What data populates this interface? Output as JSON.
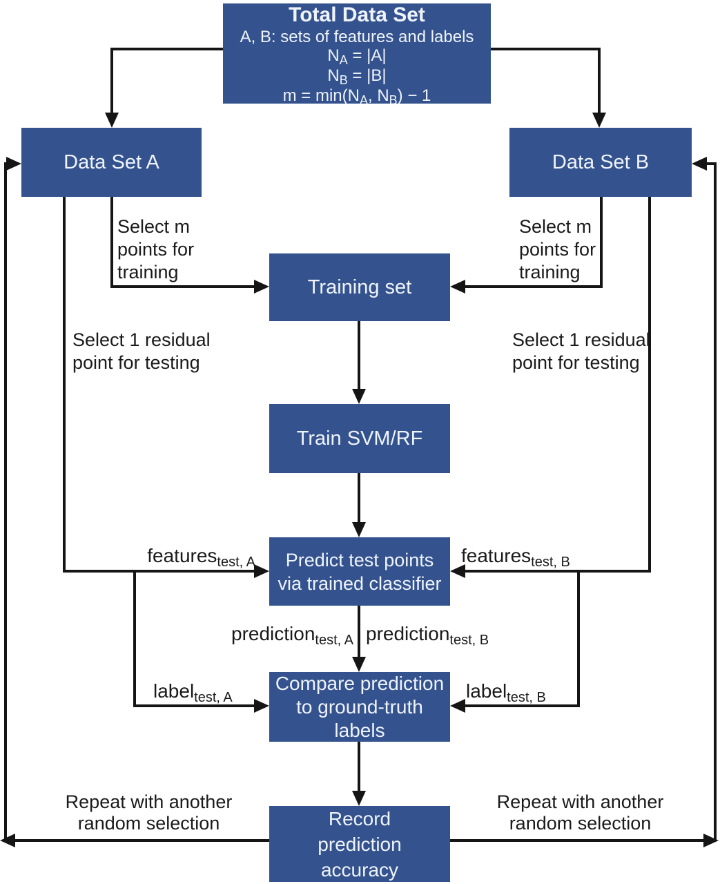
{
  "colors": {
    "box_fill": "#34538E",
    "box_text": "#EFF3FA",
    "line": "#151515",
    "label_text": "#1A1A1A",
    "background": "#FFFFFF"
  },
  "total_box": {
    "title": "Total Data Set",
    "subtitle": "A, B: sets of features and labels",
    "na": {
      "pre": "N",
      "sub": "A",
      "post": " = |A|"
    },
    "nb": {
      "pre": "N",
      "sub": "B",
      "post": " = |B|"
    },
    "m": {
      "p1": "m = min(N",
      "s1": "A",
      "p2": ", N",
      "s2": "B",
      "p3": ") − 1"
    }
  },
  "nodes": {
    "dataset_a": "Data Set A",
    "dataset_b": "Data Set B",
    "training_set": "Training set",
    "train_svm": "Train SVM/RF",
    "predict": "Predict test points\nvia trained classifier",
    "compare": "Compare prediction\nto ground-truth\nlabels",
    "record": "Record\nprediction\naccuracy"
  },
  "edge_labels": {
    "select_m_a": "Select m\npoints for\ntraining",
    "select_m_b": "Select m\npoints for\ntraining",
    "select_1_a": "Select 1 residual\npoint for testing",
    "select_1_b": "Select 1 residual\npoint for testing",
    "repeat_a": "Repeat with another\nrandom selection",
    "repeat_b": "Repeat with another\nrandom selection",
    "features_a": {
      "base": "features",
      "sub": "test, A"
    },
    "features_b": {
      "base": "features",
      "sub": "test, B"
    },
    "prediction_a": {
      "base": "prediction",
      "sub": "test, A"
    },
    "prediction_b": {
      "base": "prediction",
      "sub": "test, B"
    },
    "label_a": {
      "base": "label",
      "sub": "test, A"
    },
    "label_b": {
      "base": "label",
      "sub": "test, B"
    }
  }
}
